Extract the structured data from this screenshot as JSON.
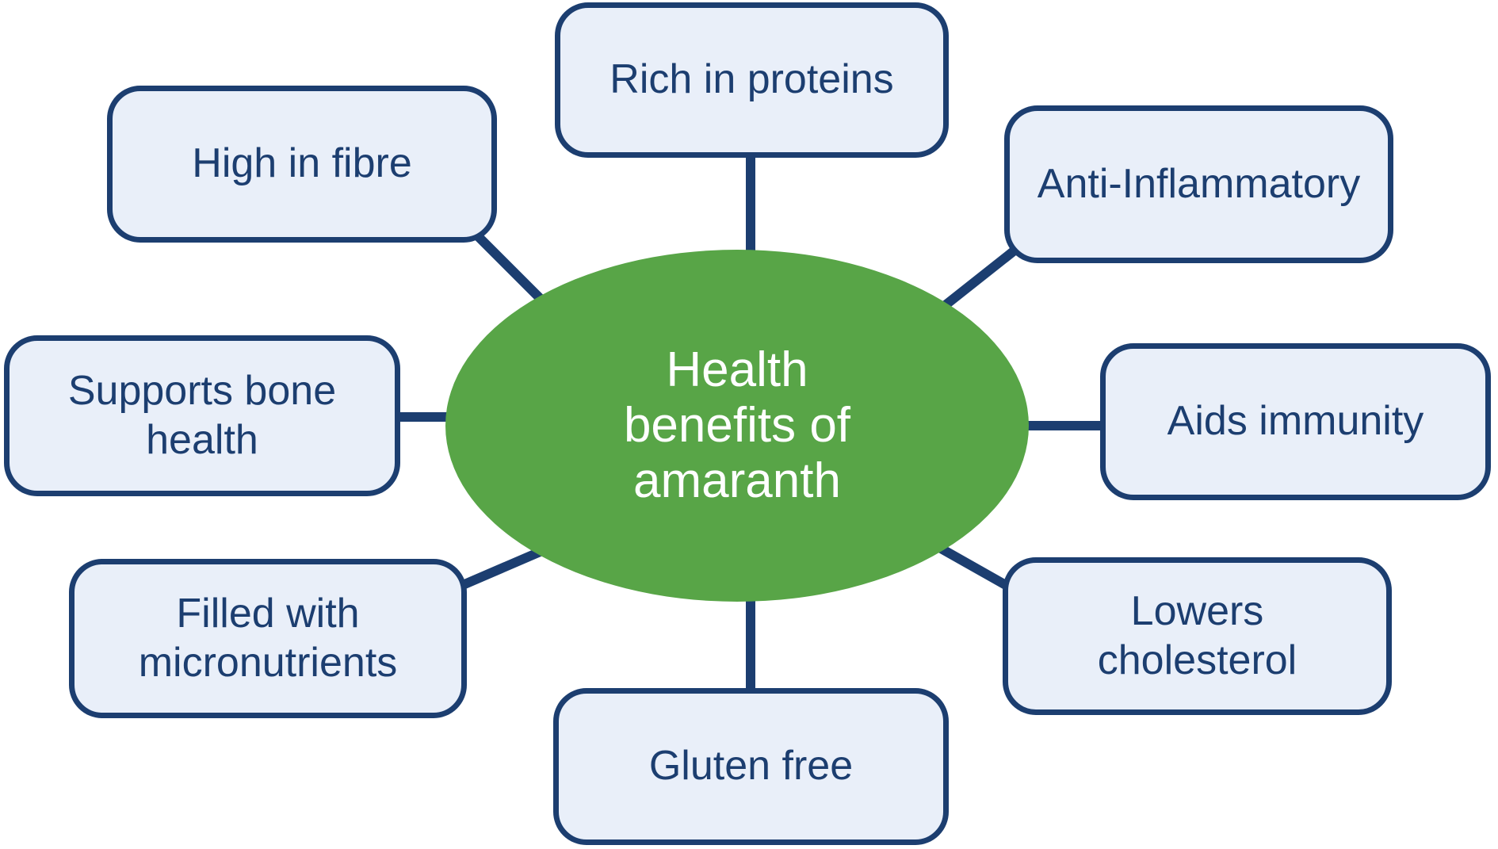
{
  "title": "Health benefits of amaranth",
  "colors": {
    "navy": "#1c3e70",
    "green": "#58a547",
    "box_fill": "#e9eff9",
    "background": "#ffffff",
    "center_text": "#ffffff"
  },
  "center": {
    "label": "Health\nbenefits of\namaranth"
  },
  "boxes": [
    {
      "id": "rich-in-proteins",
      "label": "Rich in proteins"
    },
    {
      "id": "high-in-fibre",
      "label": "High in fibre"
    },
    {
      "id": "anti-inflammatory",
      "label": "Anti-Inflammatory"
    },
    {
      "id": "supports-bone-health",
      "label": "Supports bone\nhealth"
    },
    {
      "id": "aids-immunity",
      "label": "Aids immunity"
    },
    {
      "id": "filled-with-micronutrients",
      "label": "Filled with\nmicronutrients"
    },
    {
      "id": "lowers-cholesterol",
      "label": "Lowers\ncholesterol"
    },
    {
      "id": "gluten-free",
      "label": "Gluten free"
    }
  ]
}
